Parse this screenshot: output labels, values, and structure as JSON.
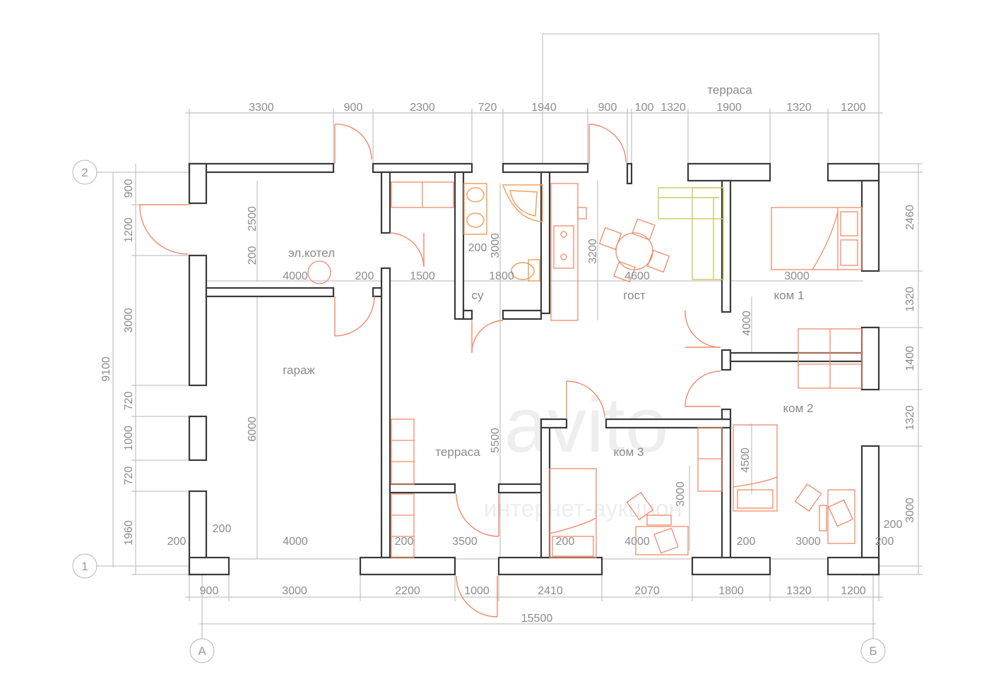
{
  "rooms": {
    "terrace_top": "терраса",
    "boiler": "эл.котел",
    "garage": "гараж",
    "bathroom": "су",
    "living": "гост",
    "room1": "ком 1",
    "room2": "ком 2",
    "room3": "ком 3",
    "terrace_inner": "терраса"
  },
  "axes": {
    "a": "А",
    "b": "Б",
    "one": "1",
    "two": "2"
  },
  "dims_top": [
    "3300",
    "900",
    "2300",
    "720",
    "1940",
    "900",
    "100",
    "1320",
    "1900",
    "1320",
    "1200"
  ],
  "dims_bottom": [
    "900",
    "3000",
    "2200",
    "1000",
    "2410",
    "2070",
    "1800",
    "1320",
    "1200"
  ],
  "dim_total": "15500",
  "dims_left": [
    "900",
    "1200",
    "3000",
    "720",
    "1000",
    "720",
    "1960"
  ],
  "dim_left_total": "9100",
  "dims_right": [
    "2460",
    "1320",
    "1400",
    "1320",
    "3000"
  ],
  "dims_inner": {
    "boiler_h": "2500",
    "boiler_w": "4000",
    "boiler_wall": "200",
    "boiler_gap": "200",
    "hall_w": "1500",
    "su_w": "200",
    "su_h": "3000",
    "su_d": "1800",
    "kitchen_h": "3200",
    "living_w": "4600",
    "room1_w": "3000",
    "room1_h": "4000",
    "garage_h": "6000",
    "garage_w": "4000",
    "garage_wall_a": "200",
    "garage_wall_b": "200",
    "terr_h": "5500",
    "terr_w": "3500",
    "terr_wall": "200",
    "r3_wall": "200",
    "r3_w": "4000",
    "r3_h": "3000",
    "r2_wall": "200",
    "r2_w": "3000",
    "r2_h": "4500",
    "right_a": "200",
    "right_b": "200"
  },
  "watermark": {
    "line1": "avito",
    "line2": "интернет-аукцион"
  }
}
